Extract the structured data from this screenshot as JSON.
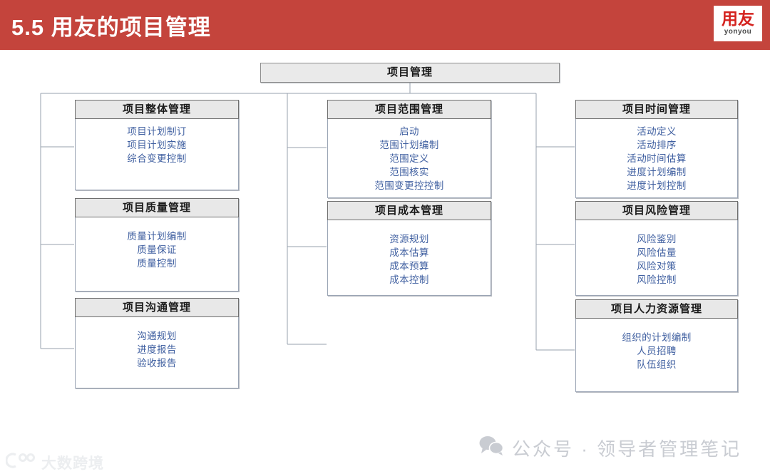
{
  "header": {
    "title": "5.5 用友的项目管理",
    "banner_color": "#c4443c",
    "logo": {
      "cn": "用友",
      "en": "yonyou"
    }
  },
  "diagram": {
    "root": {
      "label": "项目管理"
    },
    "columns": [
      {
        "id": "left",
        "nodes": [
          {
            "title": "项目整体管理",
            "items": [
              "项目计划制订",
              "项目计划实施",
              "综合变更控制"
            ]
          },
          {
            "title": "项目质量管理",
            "items": [
              "质量计划编制",
              "质量保证",
              "质量控制"
            ]
          },
          {
            "title": "项目沟通管理",
            "items": [
              "沟通规划",
              "进度报告",
              "验收报告"
            ]
          }
        ]
      },
      {
        "id": "middle",
        "nodes": [
          {
            "title": "项目范围管理",
            "items": [
              "启动",
              "范围计划编制",
              "范围定义",
              "范围核实",
              "范围变更控控制"
            ]
          },
          {
            "title": "项目成本管理",
            "items": [
              "资源规划",
              "成本估算",
              "成本预算",
              "成本控制"
            ]
          }
        ]
      },
      {
        "id": "right",
        "nodes": [
          {
            "title": "项目时间管理",
            "items": [
              "活动定义",
              "活动排序",
              "活动时间估算",
              "进度计划编制",
              "进度计划控制"
            ]
          },
          {
            "title": "项目风险管理",
            "items": [
              "风险鉴别",
              "风险估量",
              "风险对策",
              "风险控制"
            ]
          },
          {
            "title": "项目人力资源管理",
            "items": [
              "组织的计划编制",
              "人员招聘",
              "队伍组织"
            ]
          }
        ]
      }
    ],
    "colors": {
      "node_header_fill": "#e8e8e8",
      "node_border": "#9aa4b4",
      "item_text": "#3f5fa0",
      "connector": "#97a0ae"
    }
  },
  "watermarks": {
    "wechat": {
      "icon": "wechat-icon",
      "text": "公众号 · 领导者管理笔记"
    },
    "bottom_left": {
      "icon": "dashu-logo-icon",
      "text": "大数跨境"
    }
  }
}
